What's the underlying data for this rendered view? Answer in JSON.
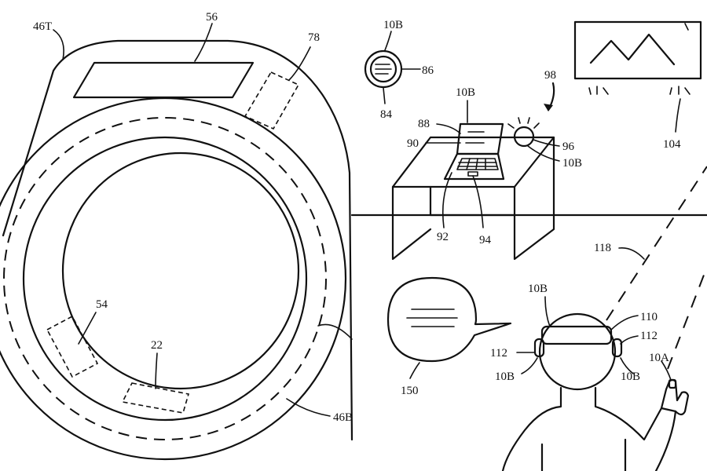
{
  "labels": {
    "ring_top": "46T",
    "ring_display": "56",
    "ring_component_top": "78",
    "ring_sensor_left": "54",
    "ring_sensor_bottom": "22",
    "ring_bottom": "46B",
    "watch_top": "10B",
    "watch_face": "86",
    "watch_band": "84",
    "laptop_top": "10B",
    "laptop_screen": "88",
    "laptop_content": "90",
    "laptop_base": "92",
    "laptop_keyboard": "94",
    "speaker": "96",
    "speaker_device": "10B",
    "light_source": "98",
    "tv": "104",
    "gaze_line": "118",
    "speech_bubble": "150",
    "headset_top": "10B",
    "headset_band": "110",
    "earbud_right_label": "112",
    "earbud_left_label": "112",
    "earbud_left_device": "10B",
    "earbud_right_device": "10B",
    "finger_device": "10A"
  }
}
